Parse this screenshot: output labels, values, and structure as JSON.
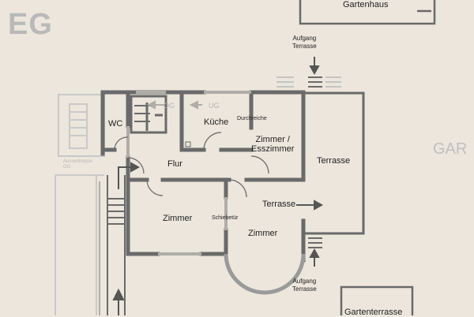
{
  "floor": "EG",
  "right_edge_label": "GAR",
  "rooms": {
    "gartenhaus": "Gartenhaus",
    "wc": "WC",
    "kueche": "Küche",
    "durchreiche": "Durchreiche",
    "esszimmer_line1": "Zimmer /",
    "esszimmer_line2": "Esszimmer",
    "flur": "Flur",
    "terrasse_right": "Terrasse",
    "terrasse_arrow": "Terrasse",
    "zimmer_left": "Zimmer",
    "zimmer_right": "Zimmer",
    "schiebetuer": "Schiebetür",
    "gartenterrasse": "Gartenterrasse"
  },
  "stairs": {
    "og": "OG",
    "ug": "UG",
    "aussentreppe_line1": "Aussentreppe",
    "aussentreppe_line2": "OG"
  },
  "access": {
    "top_line1": "Aufgang",
    "top_line2": "Terrasse",
    "bottom_line1": "Aufgang",
    "bottom_line2": "Terrasse"
  },
  "colors": {
    "background": "#ece6dc",
    "wall": "#6a6a6a",
    "wall_light": "#b0ada8",
    "faded": "#c9c9c9",
    "arrow": "#555555"
  }
}
